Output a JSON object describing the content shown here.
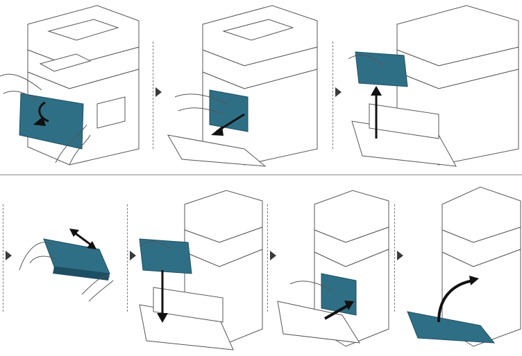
{
  "figure": {
    "rows": 2,
    "steps": [
      {
        "step": 1,
        "action": "open-front-cover"
      },
      {
        "step": 2,
        "action": "pull-out-toner-tray"
      },
      {
        "step": 3,
        "action": "lift-out-old-cartridge"
      },
      {
        "step": 4,
        "action": "shake-new-cartridge"
      },
      {
        "step": 5,
        "action": "insert-new-cartridge"
      },
      {
        "step": 6,
        "action": "push-tray-in"
      },
      {
        "step": 7,
        "action": "close-front-cover"
      }
    ],
    "colors": {
      "cartridge": "#2f6f86",
      "cartridge_dark": "#1d4f62",
      "line": "#555555",
      "arrow": "#111111",
      "printer_fill": "#ffffff"
    },
    "icons": {
      "step_separator": "dashed-line",
      "step_indicator": "triangle-right-icon",
      "motion_arrow": "curved-arrow-icon"
    }
  }
}
